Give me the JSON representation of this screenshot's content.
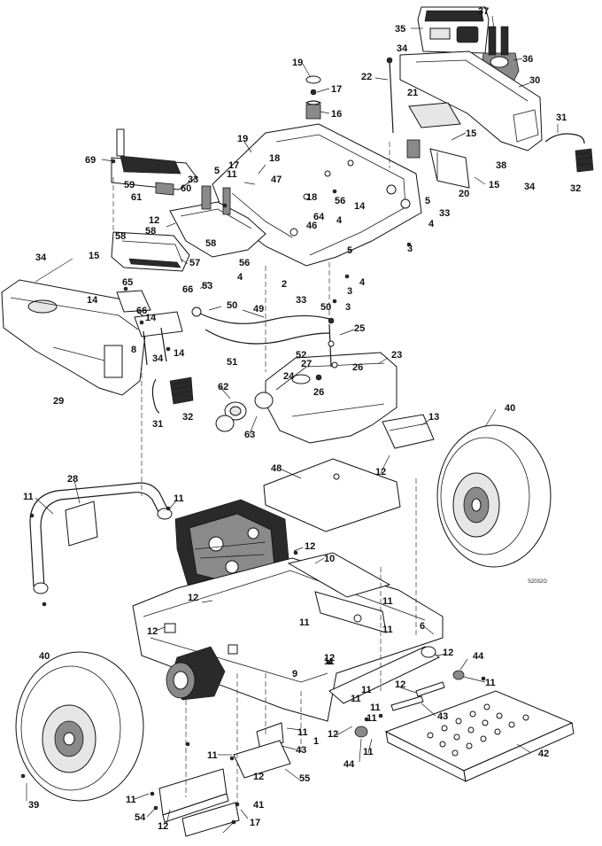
{
  "figure": {
    "drawing_code": "S2032G"
  },
  "callouts": [
    {
      "text": "35"
    },
    {
      "text": "37"
    },
    {
      "text": "36"
    },
    {
      "text": "34"
    },
    {
      "text": "30"
    },
    {
      "text": "22"
    },
    {
      "text": "21"
    },
    {
      "text": "19"
    },
    {
      "text": "17"
    },
    {
      "text": "16"
    },
    {
      "text": "31"
    },
    {
      "text": "32"
    },
    {
      "text": "15"
    },
    {
      "text": "38"
    },
    {
      "text": "34"
    },
    {
      "text": "20"
    },
    {
      "text": "15"
    },
    {
      "text": "69"
    },
    {
      "text": "19"
    },
    {
      "text": "17"
    },
    {
      "text": "18"
    },
    {
      "text": "5"
    },
    {
      "text": "11"
    },
    {
      "text": "47"
    },
    {
      "text": "33"
    },
    {
      "text": "59"
    },
    {
      "text": "60"
    },
    {
      "text": "61"
    },
    {
      "text": "18"
    },
    {
      "text": "56"
    },
    {
      "text": "14"
    },
    {
      "text": "4"
    },
    {
      "text": "5"
    },
    {
      "text": "33"
    },
    {
      "text": "64"
    },
    {
      "text": "46"
    },
    {
      "text": "12"
    },
    {
      "text": "58"
    },
    {
      "text": "58"
    },
    {
      "text": "4"
    },
    {
      "text": "3"
    },
    {
      "text": "58"
    },
    {
      "text": "15"
    },
    {
      "text": "57"
    },
    {
      "text": "5"
    },
    {
      "text": "56"
    },
    {
      "text": "4"
    },
    {
      "text": "34"
    },
    {
      "text": "65"
    },
    {
      "text": "66"
    },
    {
      "text": "2"
    },
    {
      "text": "4"
    },
    {
      "text": "3"
    },
    {
      "text": "53"
    },
    {
      "text": "33"
    },
    {
      "text": "3"
    },
    {
      "text": "14"
    },
    {
      "text": "66"
    },
    {
      "text": "50"
    },
    {
      "text": "50"
    },
    {
      "text": "49"
    },
    {
      "text": "14"
    },
    {
      "text": "8"
    },
    {
      "text": "14"
    },
    {
      "text": "25"
    },
    {
      "text": "52"
    },
    {
      "text": "27"
    },
    {
      "text": "51"
    },
    {
      "text": "26"
    },
    {
      "text": "34"
    },
    {
      "text": "23"
    },
    {
      "text": "24"
    },
    {
      "text": "29"
    },
    {
      "text": "62"
    },
    {
      "text": "26"
    },
    {
      "text": "31"
    },
    {
      "text": "32"
    },
    {
      "text": "63"
    },
    {
      "text": "40"
    },
    {
      "text": "13"
    },
    {
      "text": "48"
    },
    {
      "text": "12"
    },
    {
      "text": "28"
    },
    {
      "text": "11"
    },
    {
      "text": "11"
    },
    {
      "text": "12"
    },
    {
      "text": "10"
    },
    {
      "text": "11"
    },
    {
      "text": "12"
    },
    {
      "text": "12"
    },
    {
      "text": "11"
    },
    {
      "text": "11"
    },
    {
      "text": "12"
    },
    {
      "text": "6"
    },
    {
      "text": "11"
    },
    {
      "text": "40"
    },
    {
      "text": "9"
    },
    {
      "text": "12"
    },
    {
      "text": "44"
    },
    {
      "text": "11"
    },
    {
      "text": "12"
    },
    {
      "text": "11"
    },
    {
      "text": "43"
    },
    {
      "text": "11"
    },
    {
      "text": "11"
    },
    {
      "text": "11"
    },
    {
      "text": "12"
    },
    {
      "text": "44"
    },
    {
      "text": "11"
    },
    {
      "text": "42"
    },
    {
      "text": "1"
    },
    {
      "text": "11"
    },
    {
      "text": "43"
    },
    {
      "text": "55"
    },
    {
      "text": "11"
    },
    {
      "text": "12"
    },
    {
      "text": "39"
    },
    {
      "text": "11"
    },
    {
      "text": "54"
    },
    {
      "text": "12"
    },
    {
      "text": "41"
    },
    {
      "text": "17"
    }
  ]
}
